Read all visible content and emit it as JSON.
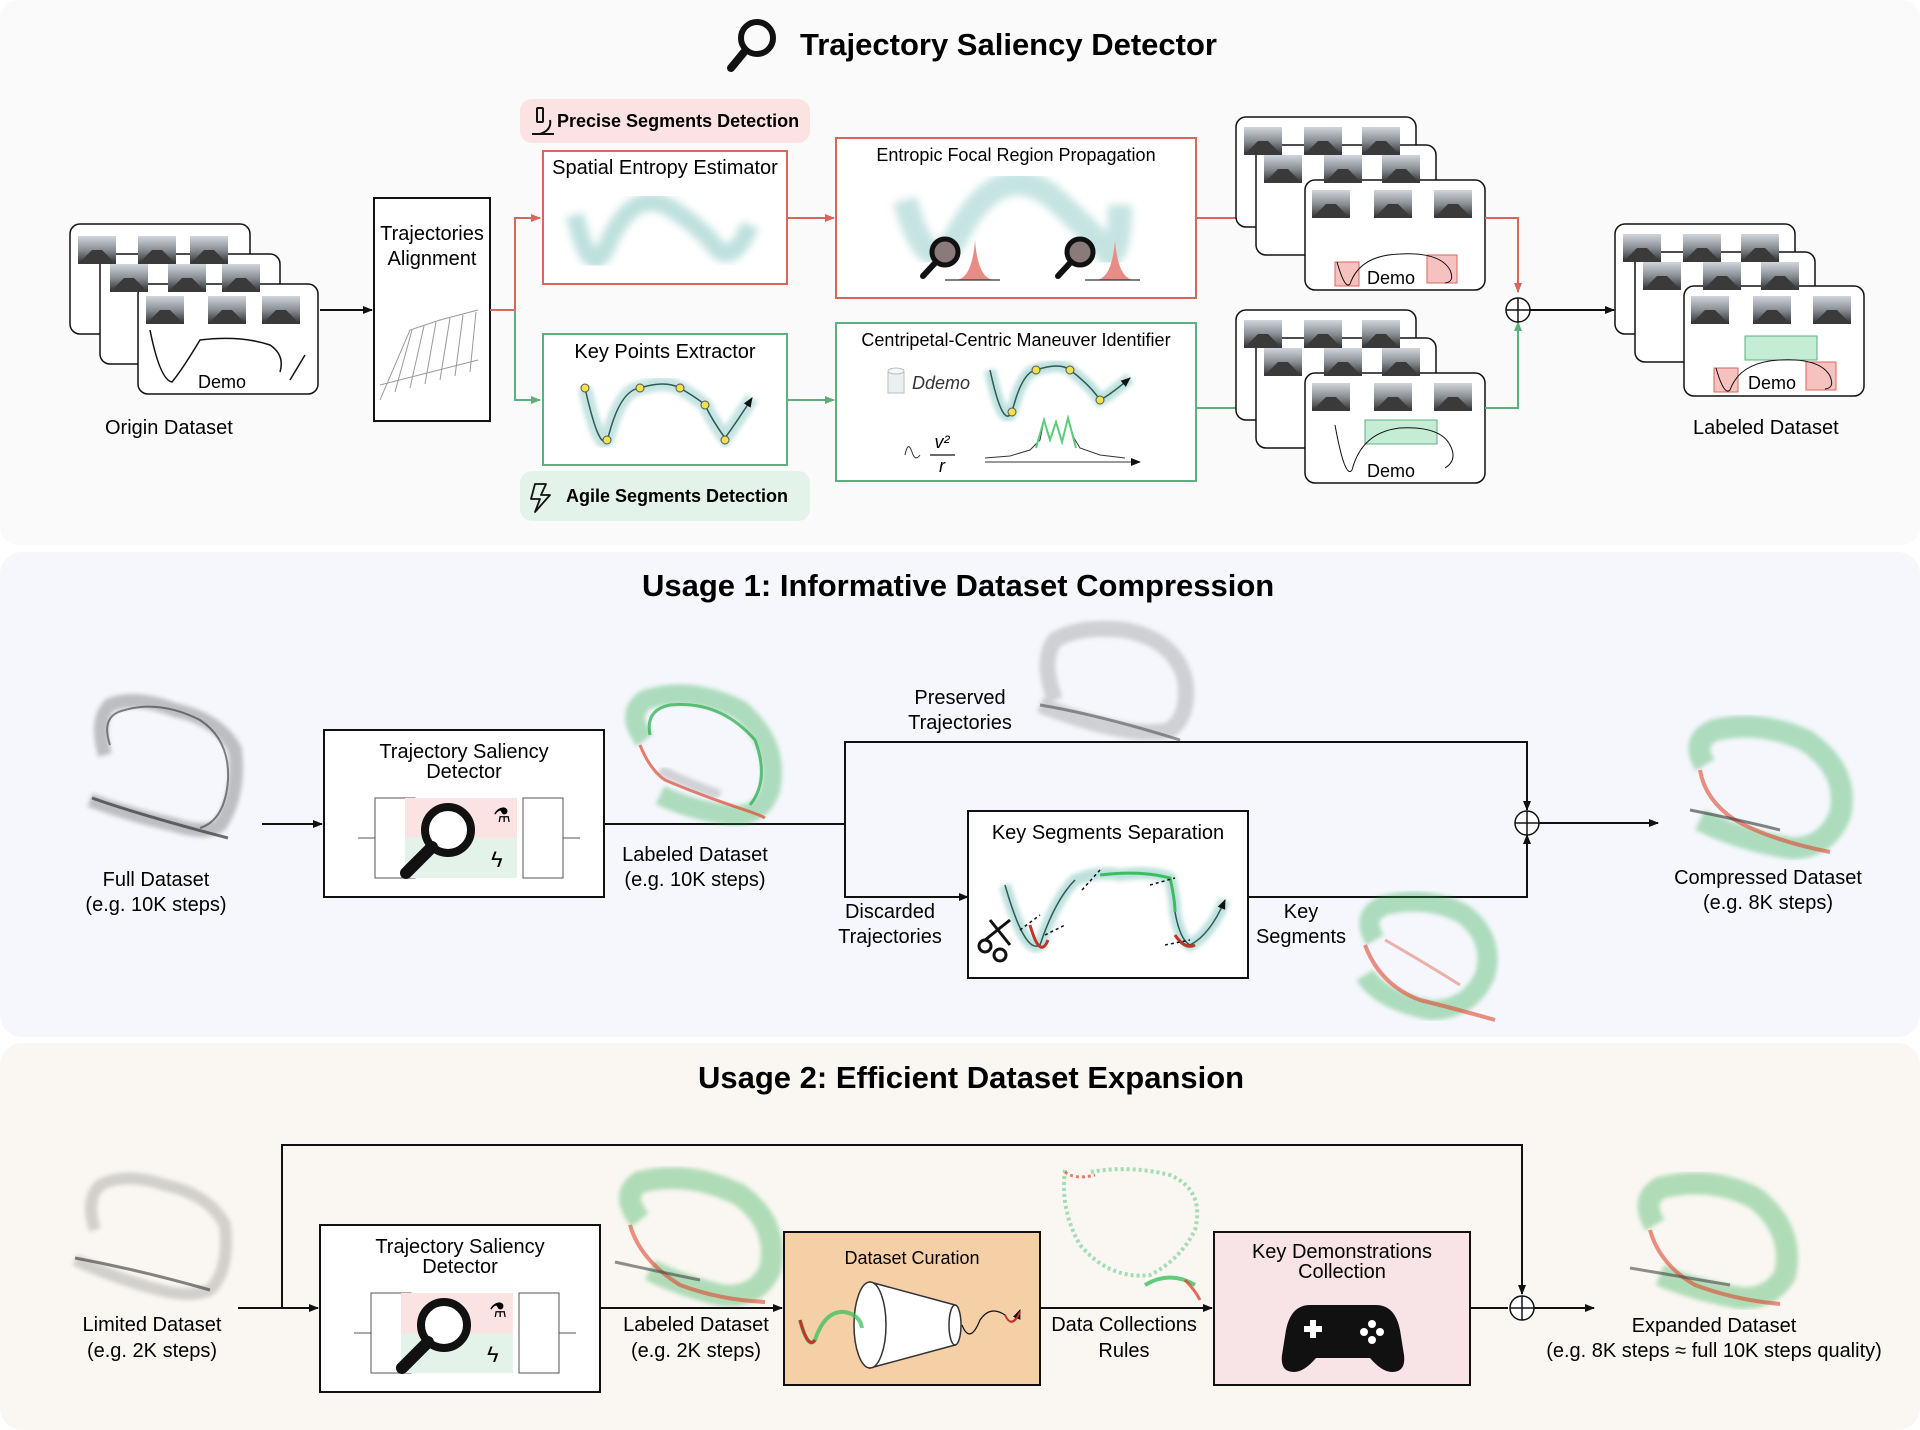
{
  "top": {
    "title": "Trajectory Saliency Detector",
    "origin_label": "Origin Dataset",
    "labeled_label": "Labeled Dataset",
    "demo_label": "Demo",
    "alignment_lines": [
      "Trajectories",
      "Alignment"
    ],
    "precise_badge": "Precise Segments Detection",
    "agile_badge": "Agile Segments Detection",
    "spatial_entropy": "Spatial Entropy Estimator",
    "entropic_focal": "Entropic Focal Region Propagation",
    "key_points": "Key Points Extractor",
    "centripetal": "Centripetal-Centric Maneuver Identifier",
    "d_demo": "Ddemo",
    "formula_num": "v²",
    "formula_den": "r"
  },
  "usage1": {
    "title": "Usage 1: Informative Dataset Compression",
    "full_lines": [
      "Full Dataset",
      "(e.g. 10K steps)"
    ],
    "tsd_lines": [
      "Trajectory Saliency",
      "Detector"
    ],
    "labeled_lines": [
      "Labeled Dataset",
      "(e.g. 10K steps)"
    ],
    "preserved_lines": [
      "Preserved",
      "Trajectories"
    ],
    "discarded_lines": [
      "Discarded",
      "Trajectories"
    ],
    "kss": "Key Segments Separation",
    "key_lines": [
      "Key",
      "Segments"
    ],
    "compressed_lines": [
      "Compressed Dataset",
      "(e.g. 8K steps)"
    ]
  },
  "usage2": {
    "title": "Usage 2: Efficient Dataset Expansion",
    "limited_lines": [
      "Limited Dataset",
      "(e.g. 2K steps)"
    ],
    "tsd_lines": [
      "Trajectory Saliency",
      "Detector"
    ],
    "labeled_lines": [
      "Labeled Dataset",
      "(e.g. 2K steps)"
    ],
    "curation": "Dataset Curation",
    "rules_lines": [
      "Data Collections",
      "Rules"
    ],
    "kdc_lines": [
      "Key Demonstrations",
      "Collection"
    ],
    "expanded_lines": [
      "Expanded Dataset",
      "(e.g. 8K steps ≈ full 10K steps quality)"
    ]
  },
  "colors": {
    "red": "#d9665e",
    "green": "#5fae7e",
    "teal": "#6fbcb6",
    "traj_green": "#27a94a",
    "traj_red": "#e0462d",
    "panel1_bg": "#fafafa",
    "panel2_bg": "#f5f7fc",
    "panel3_bg": "#faf7f2",
    "precise_badge_bg": "#fbe3e3",
    "agile_badge_bg": "#e3f3ea",
    "curation_bg": "#f5cfa6",
    "kdc_bg": "#f8e3e6"
  },
  "icons": [
    "magnifier-icon",
    "microscope-icon",
    "lightning-icon",
    "scissors-icon",
    "gamepad-icon",
    "cylinder-icon",
    "plus-circle-icon",
    "funnel-icon"
  ]
}
